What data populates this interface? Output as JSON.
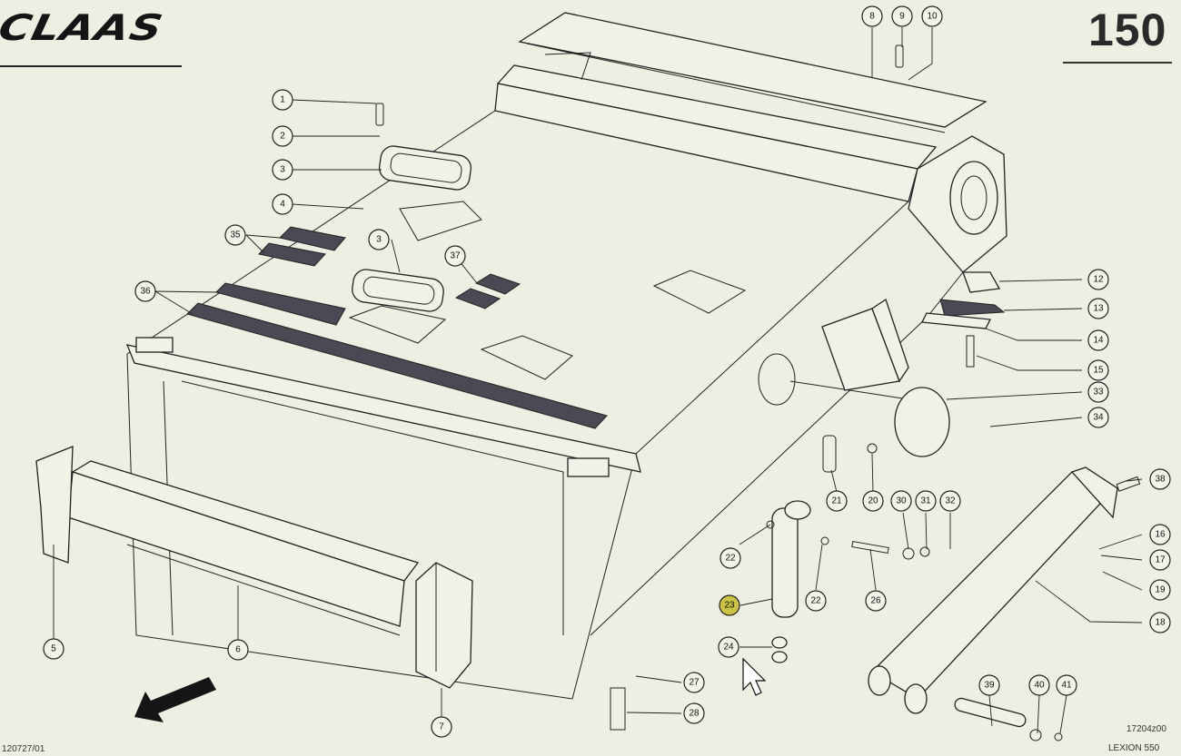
{
  "header": {
    "brand": "CLAAS",
    "page_number": "150"
  },
  "footer": {
    "ref_left": "120727/01",
    "ref_right_code": "17204z00",
    "ref_right_model": "LEXION 550"
  },
  "callouts": [
    {
      "id": "c1",
      "label": "1"
    },
    {
      "id": "c2",
      "label": "2"
    },
    {
      "id": "c3a",
      "label": "3"
    },
    {
      "id": "c4",
      "label": "4"
    },
    {
      "id": "c3b",
      "label": "3"
    },
    {
      "id": "c35",
      "label": "35"
    },
    {
      "id": "c36",
      "label": "36"
    },
    {
      "id": "c37",
      "label": "37"
    },
    {
      "id": "c8",
      "label": "8"
    },
    {
      "id": "c9",
      "label": "9"
    },
    {
      "id": "c10",
      "label": "10"
    },
    {
      "id": "c12",
      "label": "12"
    },
    {
      "id": "c13",
      "label": "13"
    },
    {
      "id": "c14",
      "label": "14"
    },
    {
      "id": "c15",
      "label": "15"
    },
    {
      "id": "c33",
      "label": "33"
    },
    {
      "id": "c34",
      "label": "34"
    },
    {
      "id": "c38",
      "label": "38"
    },
    {
      "id": "c16",
      "label": "16"
    },
    {
      "id": "c17",
      "label": "17"
    },
    {
      "id": "c19",
      "label": "19"
    },
    {
      "id": "c18",
      "label": "18"
    },
    {
      "id": "c21",
      "label": "21"
    },
    {
      "id": "c20",
      "label": "20"
    },
    {
      "id": "c30",
      "label": "30"
    },
    {
      "id": "c31",
      "label": "31"
    },
    {
      "id": "c32",
      "label": "32"
    },
    {
      "id": "c22a",
      "label": "22"
    },
    {
      "id": "c22b",
      "label": "22"
    },
    {
      "id": "c23",
      "label": "23"
    },
    {
      "id": "c26",
      "label": "26"
    },
    {
      "id": "c24",
      "label": "24"
    },
    {
      "id": "c27",
      "label": "27"
    },
    {
      "id": "c28",
      "label": "28"
    },
    {
      "id": "c39",
      "label": "39"
    },
    {
      "id": "c40",
      "label": "40"
    },
    {
      "id": "c41",
      "label": "41"
    },
    {
      "id": "c5",
      "label": "5"
    },
    {
      "id": "c6",
      "label": "6"
    },
    {
      "id": "c7",
      "label": "7"
    }
  ],
  "colors": {
    "background": "#eeeee2",
    "line": "#222222",
    "highlight": "#c9c247"
  },
  "icons": {
    "direction_arrow": "arrow-down-left-icon",
    "pointer": "mouse-cursor-icon"
  }
}
